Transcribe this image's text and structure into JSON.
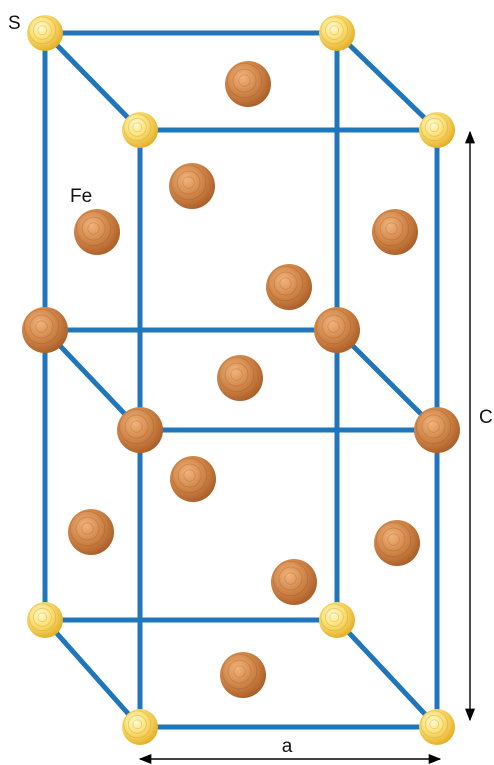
{
  "labels": {
    "sulfur": "S",
    "iron": "Fe",
    "lattice_a": "a",
    "lattice_c": "C"
  },
  "colors": {
    "edge": "#1f76bb",
    "sulfur_atom": "#f5cc3c",
    "iron_atom": "#c87a3c"
  }
}
